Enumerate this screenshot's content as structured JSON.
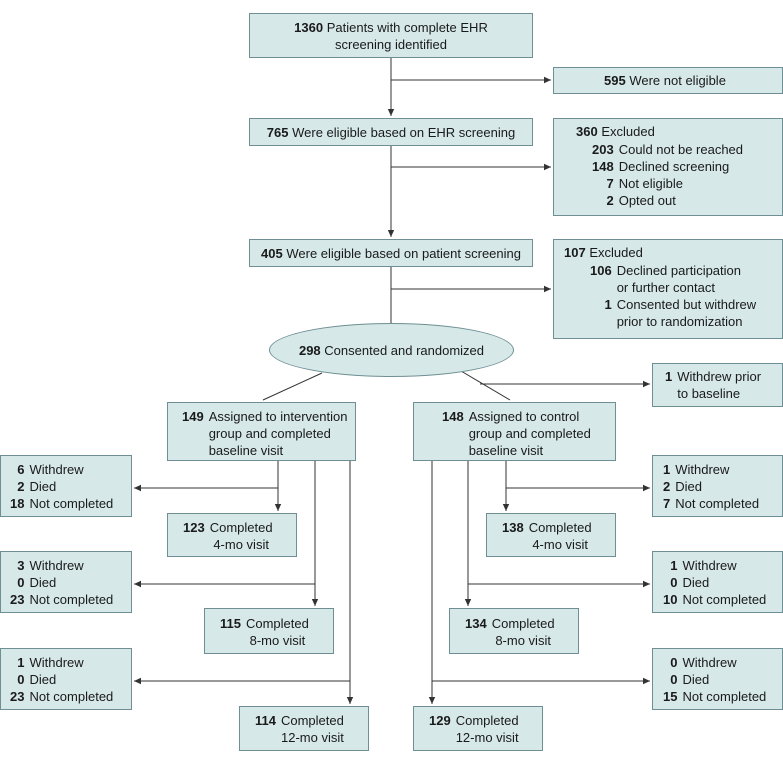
{
  "screening": {
    "n": "1360",
    "text_l1": "Patients with complete EHR",
    "text_l2": "screening identified"
  },
  "not_eligible": {
    "n": "595",
    "text": "Were not eligible"
  },
  "eligible_ehr": {
    "n": "765",
    "text": "Were eligible based on EHR screening"
  },
  "excluded1": {
    "n": "360",
    "text": "Excluded",
    "items": [
      {
        "n": "203",
        "text": "Could not be reached"
      },
      {
        "n": "148",
        "text": "Declined screening"
      },
      {
        "n": "7",
        "text": "Not eligible"
      },
      {
        "n": "2",
        "text": "Opted out"
      }
    ]
  },
  "eligible_patient": {
    "n": "405",
    "text": "Were eligible based on patient screening"
  },
  "excluded2": {
    "n": "107",
    "text": "Excluded",
    "items": [
      {
        "n": "106",
        "l1": "Declined participation",
        "l2": "or further contact"
      },
      {
        "n": "1",
        "l1": "Consented but withdrew",
        "l2": "prior to randomization"
      }
    ]
  },
  "randomized": {
    "n": "298",
    "text": "Consented and randomized"
  },
  "withdrew_prior": {
    "n": "1",
    "l1": "Withdrew prior",
    "l2": "to baseline"
  },
  "intervention": {
    "n": "149",
    "l1": "Assigned to intervention",
    "l2": "group and completed",
    "l3": "baseline visit"
  },
  "control": {
    "n": "148",
    "l1": "Assigned to control",
    "l2": "group and completed",
    "l3": "baseline visit"
  },
  "int_loss": [
    {
      "withdrew": "6",
      "died": "2",
      "not_completed": "18"
    },
    {
      "withdrew": "3",
      "died": "0",
      "not_completed": "23"
    },
    {
      "withdrew": "1",
      "died": "0",
      "not_completed": "23"
    }
  ],
  "ctl_loss": [
    {
      "withdrew": "1",
      "died": "2",
      "not_completed": "7"
    },
    {
      "withdrew": "1",
      "died": "0",
      "not_completed": "10"
    },
    {
      "withdrew": "0",
      "died": "0",
      "not_completed": "15"
    }
  ],
  "loss_labels": {
    "withdrew": "Withdrew",
    "died": "Died",
    "not_completed": "Not completed"
  },
  "int_completed": [
    {
      "n": "123",
      "l1": "Completed",
      "l2": "4-mo visit"
    },
    {
      "n": "115",
      "l1": "Completed",
      "l2": "8-mo visit"
    },
    {
      "n": "114",
      "l1": "Completed",
      "l2": "12-mo visit"
    }
  ],
  "ctl_completed": [
    {
      "n": "138",
      "l1": "Completed",
      "l2": "4-mo visit"
    },
    {
      "n": "134",
      "l1": "Completed",
      "l2": "8-mo visit"
    },
    {
      "n": "129",
      "l1": "Completed",
      "l2": "12-mo visit"
    }
  ]
}
